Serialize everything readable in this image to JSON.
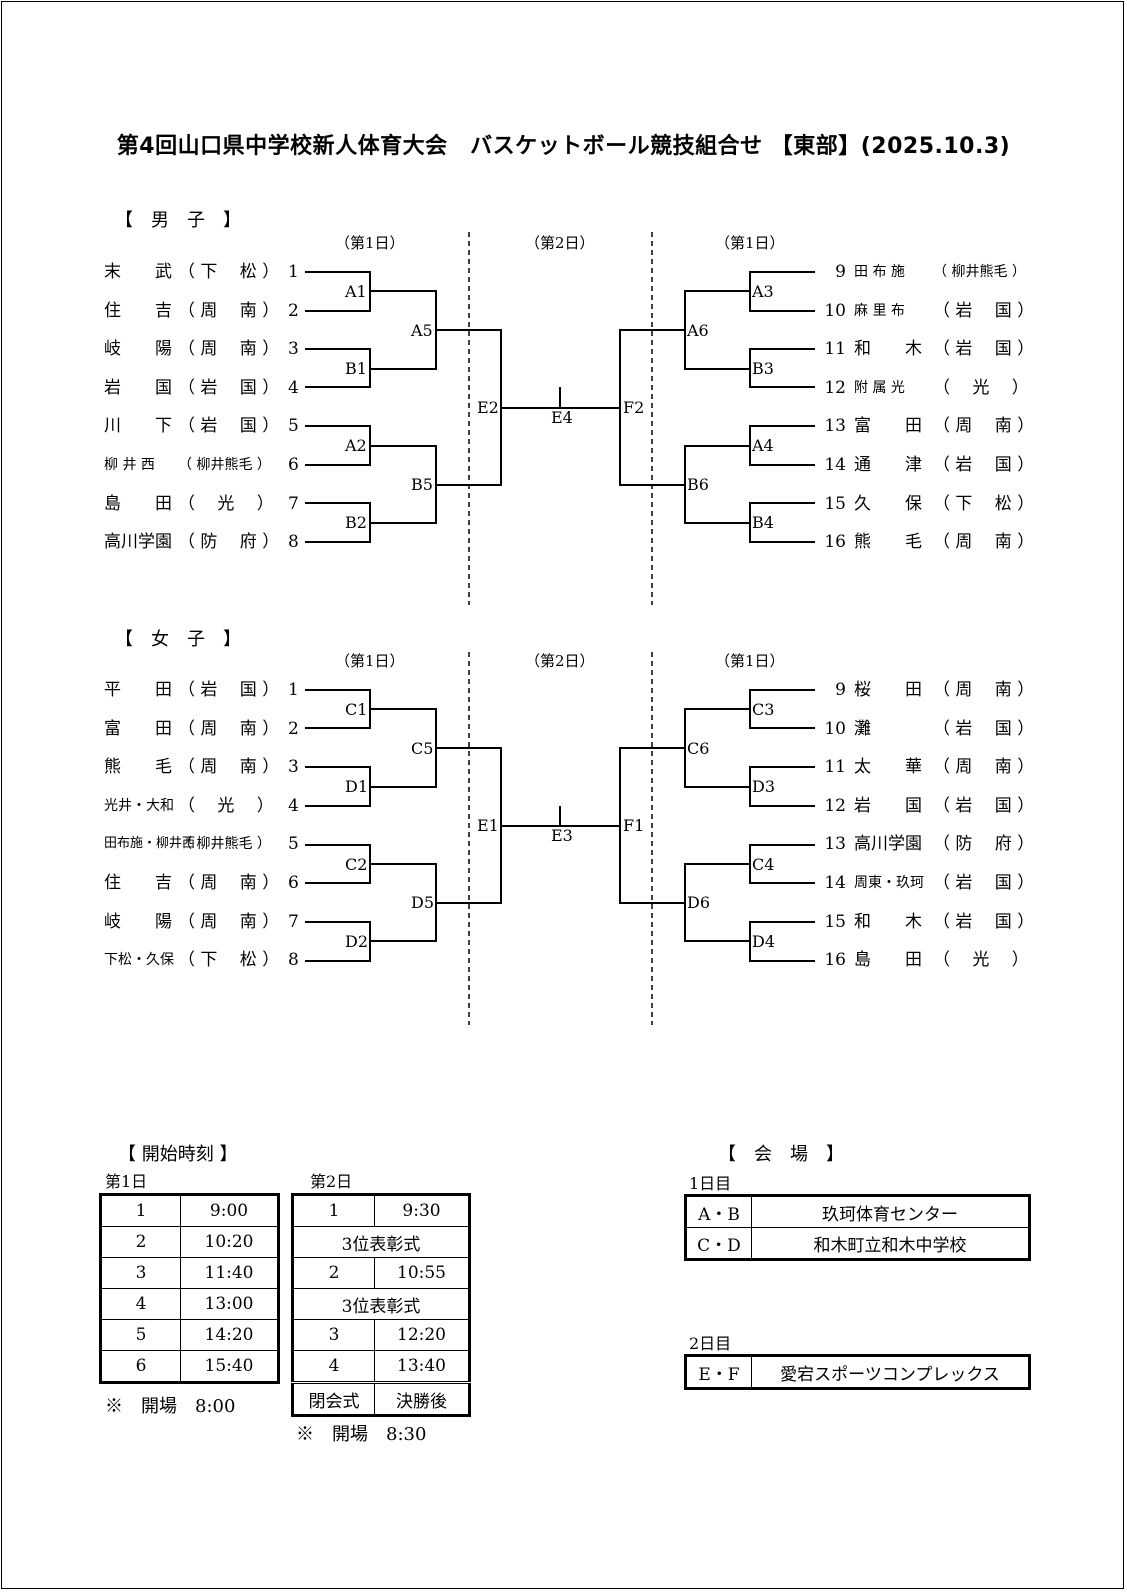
{
  "title": "第4回山口県中学校新人体育大会　バスケットボール競技組合せ 【東部】(2025.10.3)",
  "days": {
    "day1": "（第1日）",
    "day2": "（第2日）"
  },
  "boys": {
    "heading": "【　男　子　】",
    "left": [
      {
        "team": "末　　武",
        "pref": "（ 下　 松 ）",
        "no": "1"
      },
      {
        "team": "住　　吉",
        "pref": "（ 周　 南 ）",
        "no": "2"
      },
      {
        "team": "岐　　陽",
        "pref": "（ 周　 南 ）",
        "no": "3"
      },
      {
        "team": "岩　　国",
        "pref": "（ 岩　 国 ）",
        "no": "4"
      },
      {
        "team": "川　　下",
        "pref": "（ 岩　 国 ）",
        "no": "5"
      },
      {
        "team": "柳 井 西",
        "pref": "（ 柳井熊毛 ）",
        "no": "6"
      },
      {
        "team": "島　　田",
        "pref": "（　 光　 ）",
        "no": "7"
      },
      {
        "team": "高川学園",
        "pref": "（ 防　 府 ）",
        "no": "8"
      }
    ],
    "right": [
      {
        "no": "9",
        "team": "田 布 施",
        "pref": "（ 柳井熊毛 ）"
      },
      {
        "no": "10",
        "team": "麻 里 布",
        "pref": "（ 岩　 国 ）"
      },
      {
        "no": "11",
        "team": "和　　木",
        "pref": "（ 岩　 国 ）"
      },
      {
        "no": "12",
        "team": "附 属 光",
        "pref": "（　 光　 ）"
      },
      {
        "no": "13",
        "team": "富　　田",
        "pref": "（ 周　 南 ）"
      },
      {
        "no": "14",
        "team": "通　　津",
        "pref": "（ 岩　 国 ）"
      },
      {
        "no": "15",
        "team": "久　　保",
        "pref": "（ 下　 松 ）"
      },
      {
        "no": "16",
        "team": "熊　　毛",
        "pref": "（ 周　 南 ）"
      }
    ],
    "games": {
      "g1": "A1",
      "g2": "B1",
      "g3": "A2",
      "g4": "B2",
      "g5": "A5",
      "g6": "B5",
      "g7": "E2",
      "g8": "A3",
      "g9": "B3",
      "g10": "A4",
      "g11": "B4",
      "g12": "A6",
      "g13": "B6",
      "g14": "F2",
      "g15": "E4"
    }
  },
  "girls": {
    "heading": "【　女　子　】",
    "left": [
      {
        "team": "平　　田",
        "pref": "（ 岩　 国 ）",
        "no": "1"
      },
      {
        "team": "富　　田",
        "pref": "（ 周　 南 ）",
        "no": "2"
      },
      {
        "team": "熊　　毛",
        "pref": "（ 周　 南 ）",
        "no": "3"
      },
      {
        "team": "光井・大和",
        "pref": "（　 光　 ）",
        "no": "4"
      },
      {
        "team": "田布施・柳井西",
        "pref": "（ 柳井熊毛 ）",
        "no": "5"
      },
      {
        "team": "住　　吉",
        "pref": "（ 周　 南 ）",
        "no": "6"
      },
      {
        "team": "岐　　陽",
        "pref": "（ 周　 南 ）",
        "no": "7"
      },
      {
        "team": "下松・久保",
        "pref": "（ 下　 松 ）",
        "no": "8"
      }
    ],
    "right": [
      {
        "no": "9",
        "team": "桜　　田",
        "pref": "（ 周　 南 ）"
      },
      {
        "no": "10",
        "team": "灘",
        "pref": "（ 岩　 国 ）"
      },
      {
        "no": "11",
        "team": "太　　華",
        "pref": "（ 周　 南 ）"
      },
      {
        "no": "12",
        "team": "岩　　国",
        "pref": "（ 岩　 国 ）"
      },
      {
        "no": "13",
        "team": "高川学園",
        "pref": "（ 防　 府 ）"
      },
      {
        "no": "14",
        "team": "周東・玖珂",
        "pref": "（ 岩　 国 ）"
      },
      {
        "no": "15",
        "team": "和　　木",
        "pref": "（ 岩　 国 ）"
      },
      {
        "no": "16",
        "team": "島　　田",
        "pref": "（　 光　 ）"
      }
    ],
    "games": {
      "g1": "C1",
      "g2": "D1",
      "g3": "C2",
      "g4": "D2",
      "g5": "C5",
      "g6": "D5",
      "g7": "E1",
      "g8": "C3",
      "g9": "D3",
      "g10": "C4",
      "g11": "D4",
      "g12": "C6",
      "g13": "D6",
      "g14": "F1",
      "g15": "E3"
    }
  },
  "schedule": {
    "heading": "【 開始時刻 】",
    "day1_label": "第1日",
    "day2_label": "第2日",
    "day1": [
      [
        "1",
        "9:00"
      ],
      [
        "2",
        "10:20"
      ],
      [
        "3",
        "11:40"
      ],
      [
        "4",
        "13:00"
      ],
      [
        "5",
        "14:20"
      ],
      [
        "6",
        "15:40"
      ]
    ],
    "day2": {
      "r1": [
        "1",
        "9:30"
      ],
      "c1": "3位表彰式",
      "r2": [
        "2",
        "10:55"
      ],
      "c2": "3位表彰式",
      "r3": [
        "3",
        "12:20"
      ],
      "r4": [
        "4",
        "13:40"
      ],
      "r5": [
        "閉会式",
        "決勝後"
      ]
    },
    "note1": "※　開場　8:00",
    "note2": "※　開場　8:30"
  },
  "venue": {
    "heading": "【　会　場　】",
    "day1_label": "1日目",
    "day1": [
      [
        "A・B",
        "玖珂体育センター"
      ],
      [
        "C・D",
        "和木町立和木中学校"
      ]
    ],
    "day2_label": "2日目",
    "day2": [
      [
        "E・F",
        "愛宕スポーツコンプレックス"
      ]
    ]
  }
}
